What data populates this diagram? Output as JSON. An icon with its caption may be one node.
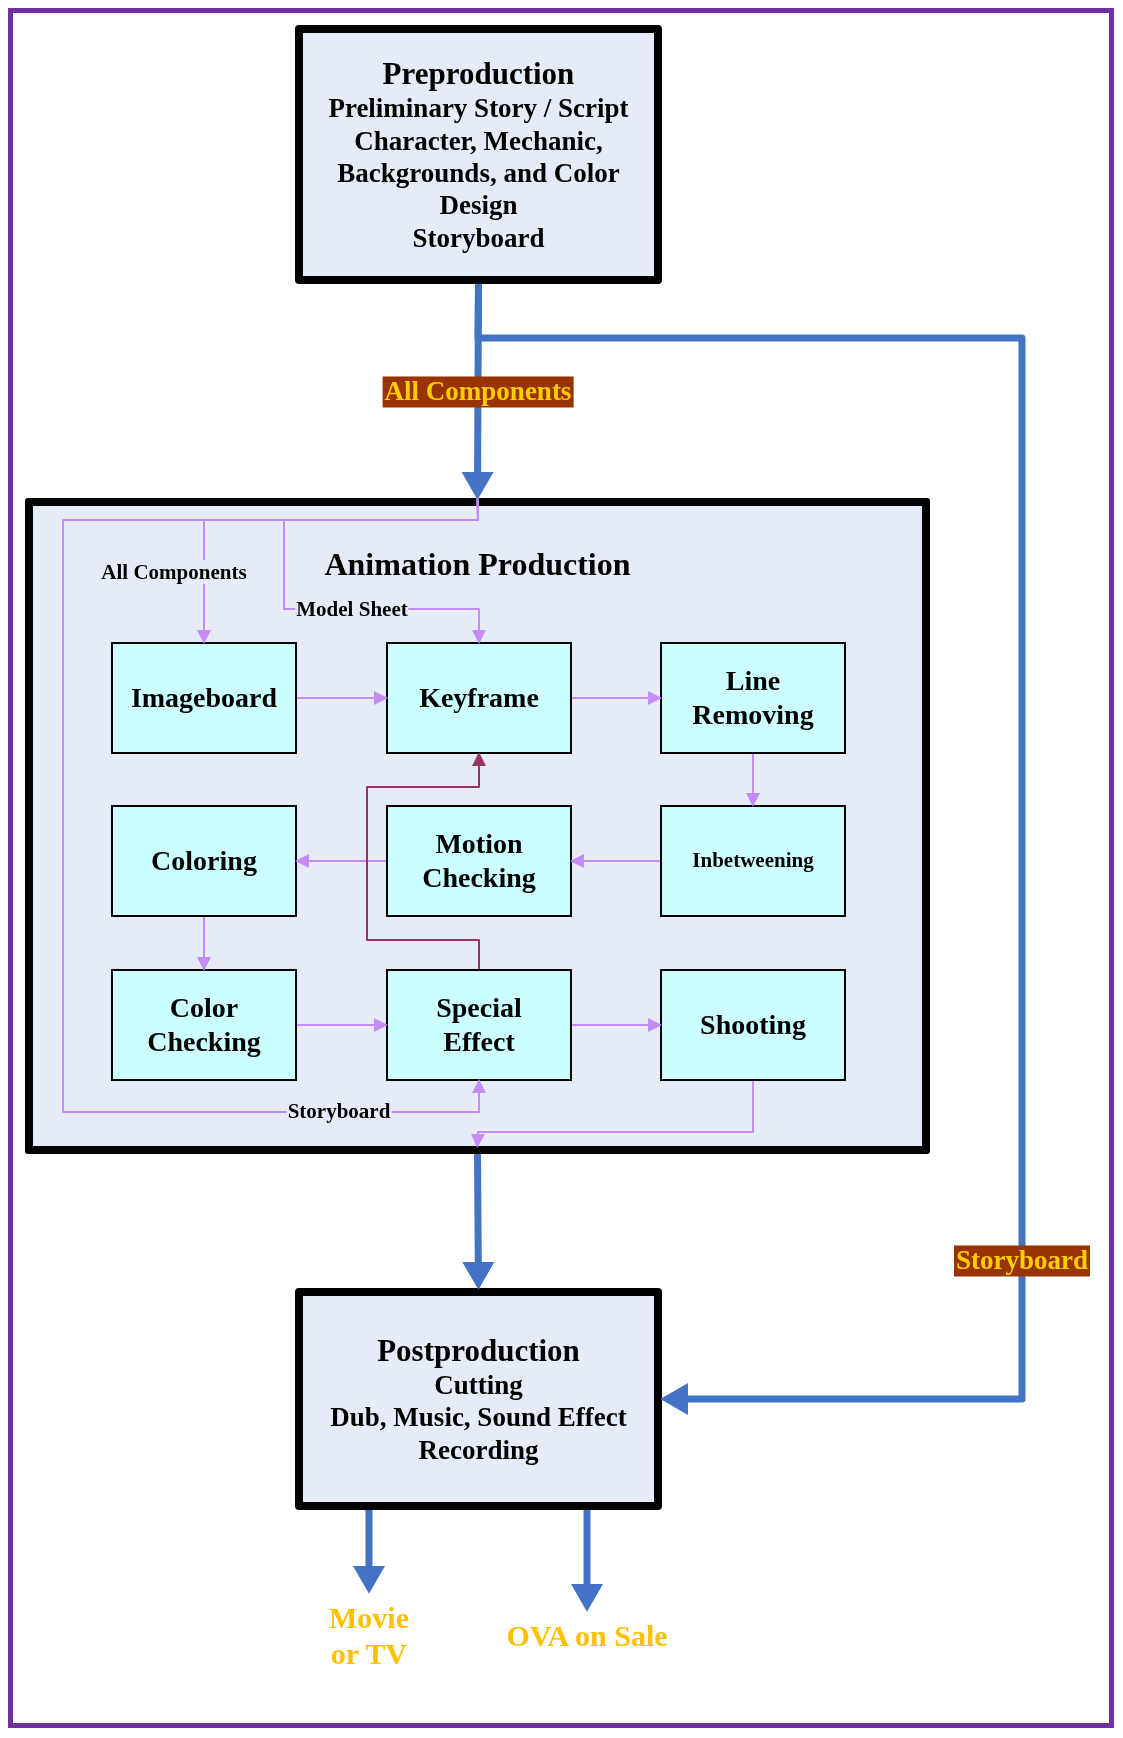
{
  "diagram": {
    "nodes": [
      {
        "text": [
          "Preproduction",
          "Preliminary Story / Script",
          "Character, Mechanic, Backgrounds, and Color Design",
          "Storyboard"
        ]
      },
      {
        "text": [
          "Animation Production"
        ]
      },
      {
        "text": [
          "Imageboard"
        ],
        "in": 1
      },
      {
        "text": [
          "Keyframe"
        ],
        "in": 1
      },
      {
        "text": [
          "Line Removing"
        ],
        "in": 1
      },
      {
        "text": [
          "Coloring"
        ],
        "in": 1
      },
      {
        "text": [
          "Motion Checking"
        ],
        "in": 1
      },
      {
        "text": [
          "Inbetweening"
        ],
        "in": 1
      },
      {
        "text": [
          "Color Checking"
        ],
        "in": 1
      },
      {
        "text": [
          "Special Effect"
        ],
        "in": 1
      },
      {
        "text": [
          "Shooting"
        ],
        "in": 1
      },
      {
        "text": [
          "Postproduction",
          "Cutting",
          "Dub, Music, Sound Effect",
          "Recording"
        ]
      },
      {
        "text": [
          "Movie or TV"
        ]
      },
      {
        "text": [
          "OVA on Sale"
        ]
      }
    ],
    "edges": [
      {
        "from": 0,
        "to": 1,
        "arrow": "to",
        "label": "All Components",
        "style": "thick",
        "color": "#4472c4"
      },
      {
        "from": 0,
        "to": 11,
        "arrow": "to",
        "label": "Storyboard",
        "style": "thick",
        "color": "#4472c4"
      },
      {
        "from": 1,
        "to": 2,
        "arrow": "to",
        "label": "All Components"
      },
      {
        "from": 1,
        "to": 3,
        "arrow": "to",
        "label": "Model Sheet"
      },
      {
        "from": 1,
        "to": 9,
        "arrow": "to",
        "label": "Storyboard"
      },
      {
        "from": 2,
        "to": 3,
        "arrow": "to"
      },
      {
        "from": 3,
        "to": 4,
        "arrow": "to"
      },
      {
        "from": 4,
        "to": 7,
        "arrow": "to"
      },
      {
        "from": 7,
        "to": 6,
        "arrow": "to"
      },
      {
        "from": 6,
        "to": 5,
        "arrow": "to"
      },
      {
        "from": 5,
        "to": 8,
        "arrow": "to"
      },
      {
        "from": 8,
        "to": 9,
        "arrow": "to"
      },
      {
        "from": 9,
        "to": 10,
        "arrow": "to"
      },
      {
        "from": 9,
        "to": 3,
        "arrow": "to",
        "color": "#993366"
      },
      {
        "from": 10,
        "to": 1,
        "arrow": "to"
      },
      {
        "from": 1,
        "to": 11,
        "arrow": "to",
        "style": "thick",
        "color": "#4472c4"
      },
      {
        "from": 11,
        "to": 12,
        "arrow": "to",
        "style": "thick",
        "color": "#4472c4"
      },
      {
        "from": 11,
        "to": 13,
        "arrow": "to",
        "style": "thick",
        "color": "#4472c4"
      }
    ]
  }
}
